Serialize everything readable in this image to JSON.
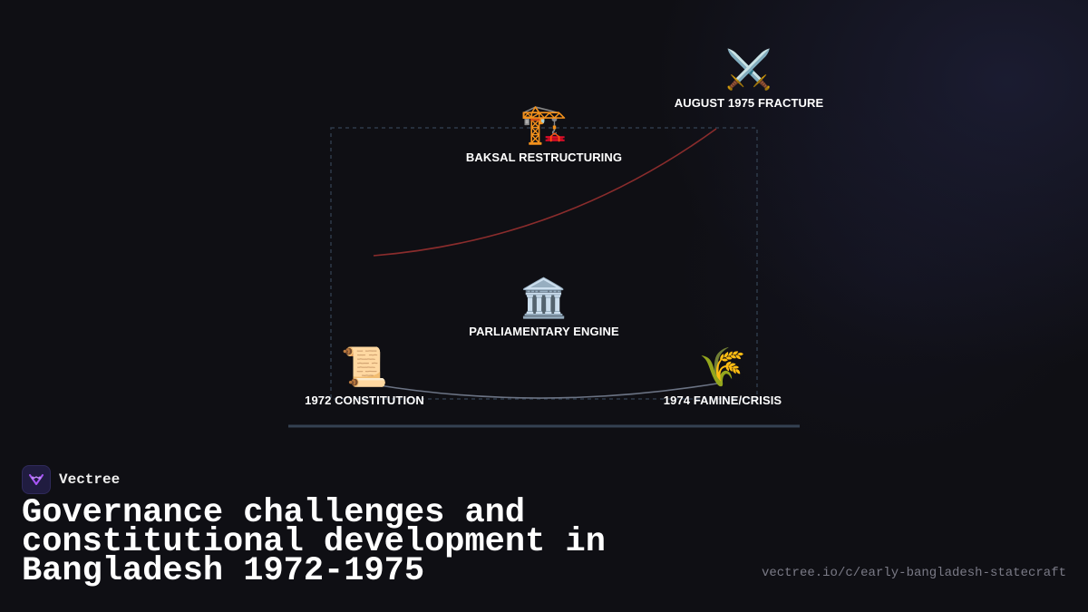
{
  "brand": {
    "name": "Vectree"
  },
  "title": "Governance challenges and constitutional development in Bangladesh 1972-1975",
  "url": "vectree.io/c/early-bangladesh-statecraft",
  "colors": {
    "background": "#0f0f14",
    "frame": "#2e3a4a",
    "baseline": "#344152",
    "lower_curve": "#6b7384",
    "upper_curve": "#8a2c2c",
    "logo_accent": "#a855f7"
  },
  "nodes": [
    {
      "id": "constitution",
      "icon": "scroll-icon",
      "glyph": "📜",
      "label": "1972 CONSTITUTION"
    },
    {
      "id": "parliament",
      "icon": "classical-building-icon",
      "glyph": "🏛️",
      "label": "PARLIAMENTARY ENGINE"
    },
    {
      "id": "famine",
      "icon": "rice-sheaf-icon",
      "glyph": "🌾",
      "label": "1974 FAMINE/CRISIS"
    },
    {
      "id": "baksal",
      "icon": "construction-crane-icon",
      "glyph": "🏗️",
      "label": "BAKSAL RESTRUCTURING"
    },
    {
      "id": "august",
      "icon": "crossed-swords-icon",
      "glyph": "⚔️",
      "label": "AUGUST 1975 FRACTURE"
    }
  ]
}
